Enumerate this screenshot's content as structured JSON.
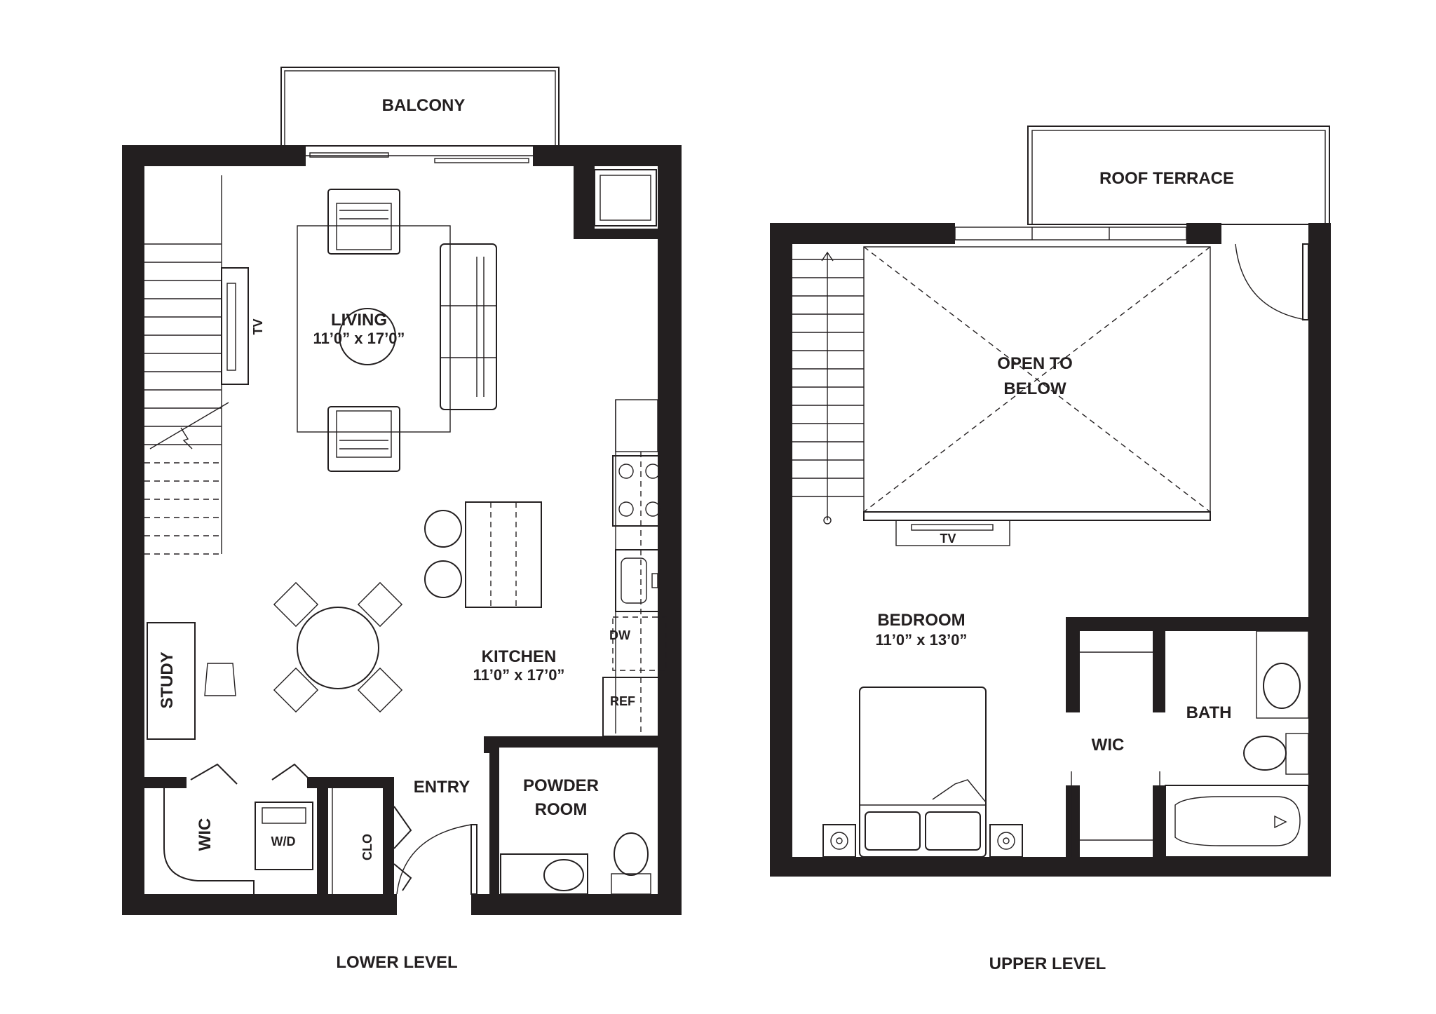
{
  "colors": {
    "ink": "#231f20",
    "background": "#ffffff"
  },
  "lower_level": {
    "caption": "LOWER LEVEL",
    "rooms": {
      "balcony": "BALCONY",
      "living": "LIVING",
      "living_size": "11’0” x 17’0”",
      "tv": "TV",
      "kitchen": "KITCHEN",
      "kitchen_size": "11’0” x 17’0”",
      "study": "STUDY",
      "wic": "WIC",
      "wd": "W/D",
      "clo": "CLO",
      "entry": "ENTRY",
      "powder_room_line1": "POWDER",
      "powder_room_line2": "ROOM",
      "dw": "DW",
      "ref": "REF"
    }
  },
  "upper_level": {
    "caption": "UPPER LEVEL",
    "rooms": {
      "roof_terrace": "ROOF TERRACE",
      "open_to_below_line1": "OPEN TO",
      "open_to_below_line2": "BELOW",
      "tv": "TV",
      "bedroom": "BEDROOM",
      "bedroom_size": "11’0” x 13’0”",
      "wic": "WIC",
      "bath": "BATH"
    }
  }
}
